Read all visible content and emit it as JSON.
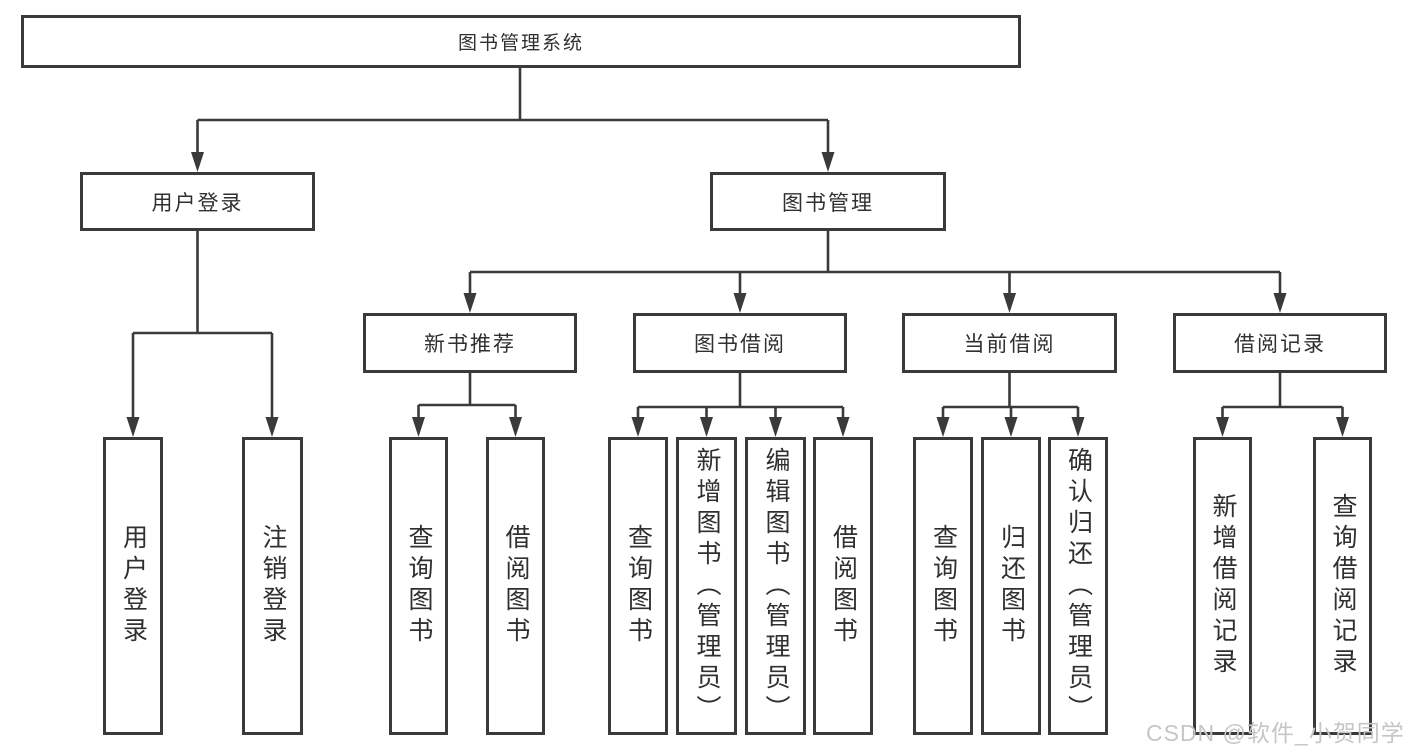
{
  "tree": {
    "label": "图书管理系统",
    "children": [
      {
        "label": "用户登录",
        "children": [
          {
            "label": "用户登录"
          },
          {
            "label": "注销登录"
          }
        ]
      },
      {
        "label": "图书管理",
        "children": [
          {
            "label": "新书推荐",
            "children": [
              {
                "label": "查询图书"
              },
              {
                "label": "借阅图书"
              }
            ]
          },
          {
            "label": "图书借阅",
            "children": [
              {
                "label": "查询图书"
              },
              {
                "label": "新增图书（管理员）"
              },
              {
                "label": "编辑图书（管理员）"
              },
              {
                "label": "借阅图书"
              }
            ]
          },
          {
            "label": "当前借阅",
            "children": [
              {
                "label": "查询图书"
              },
              {
                "label": "归还图书"
              },
              {
                "label": "确认归还（管理员）"
              }
            ]
          },
          {
            "label": "借阅记录",
            "children": [
              {
                "label": "新增借阅记录"
              },
              {
                "label": "查询借阅记录"
              }
            ]
          }
        ]
      }
    ]
  },
  "watermark": "CSDN @软件_小贺同学",
  "colors": {
    "line": "#3a3a3a",
    "text": "#303030",
    "watermark": "#c6c6c6",
    "background": "#ffffff"
  }
}
